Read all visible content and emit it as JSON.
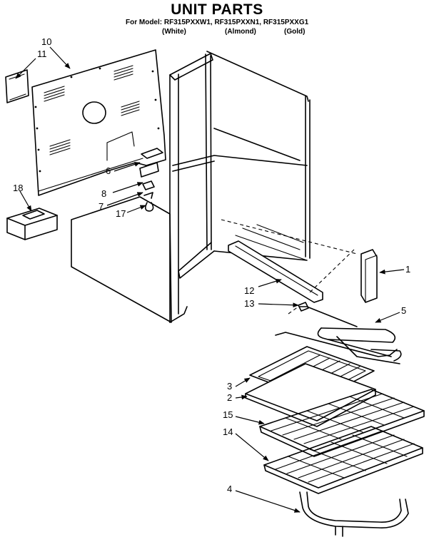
{
  "title": "UNIT PARTS",
  "model_line": "For Model: RF315PXXW1, RF315PXXN1, RF315PXXG1",
  "finishes": [
    "(White)",
    "(Almond)",
    "(Gold)"
  ],
  "callouts": [
    "10",
    "11",
    "18",
    "6",
    "8",
    "7",
    "17",
    "1",
    "12",
    "13",
    "5",
    "3",
    "2",
    "15",
    "14",
    "4"
  ]
}
